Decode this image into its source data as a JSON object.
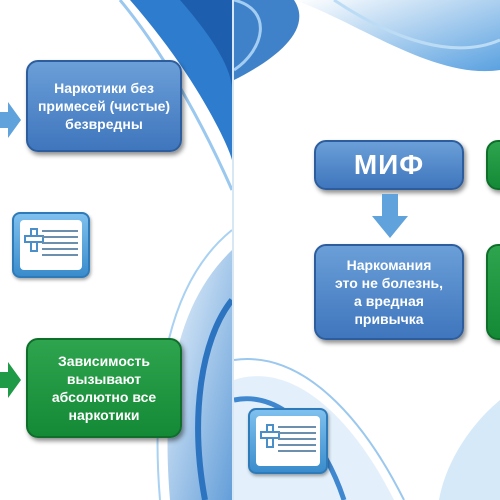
{
  "left_panel": {
    "myth_box": "Наркотики без\nпримесей (чистые)\nбезвредны",
    "fact_box": "Зависимость\nвызывают\nабсолютно все\nнаркотики"
  },
  "right_panel": {
    "myth_header": "МИФ",
    "myth_box": "Наркомания\nэто не болезнь,\nа вредная\nпривычка"
  },
  "colors": {
    "myth_blue": "#4f86c6",
    "fact_green": "#1e9a43",
    "arrow_blue": "#5fa2dc",
    "arrow_green": "#1f9a47"
  },
  "icons": [
    "right-arrow-icon",
    "down-arrow-icon",
    "organization-logo-icon"
  ]
}
